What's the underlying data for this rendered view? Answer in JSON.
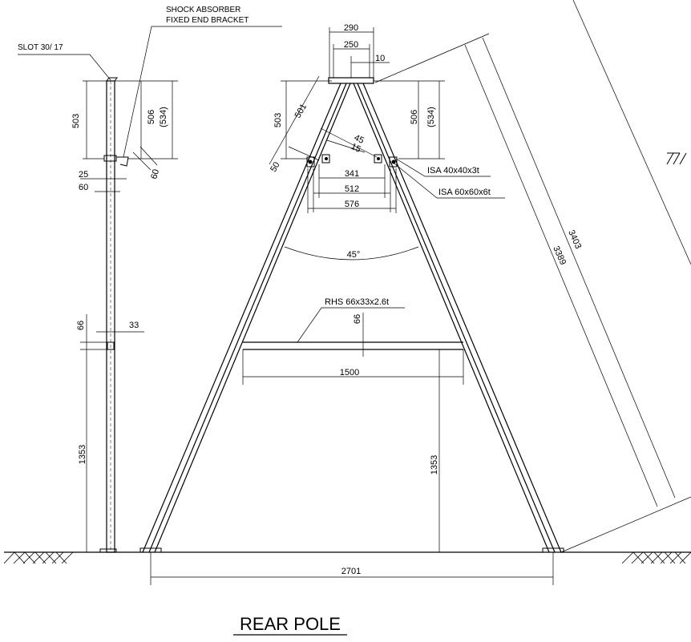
{
  "title": "REAR POLE",
  "callouts": {
    "slot": "SLOT 30/ 17",
    "shock_line1": "SHOCK ABSORBER",
    "shock_line2": "FIXED END BRACKET",
    "isa_small": "ISA 40x40x3t",
    "isa_large": "ISA 60x60x6t",
    "rhs": "RHS 66x33x2.6t"
  },
  "side_view_dims": {
    "d503": "503",
    "d506": "506",
    "d534": "(534)",
    "d25": "25",
    "d60": "60",
    "d60_rot": "60",
    "d66": "66",
    "d33": "33",
    "d1353": "1353"
  },
  "front_view_dims": {
    "d290": "290",
    "d250": "250",
    "d10": "10",
    "d503": "503",
    "d501": "501",
    "d50": "50",
    "d45": "45",
    "d15": "15",
    "d506": "506",
    "d534": "(534)",
    "d341": "341",
    "d512": "512",
    "d576": "576",
    "angle": "45°",
    "d66": "66",
    "d1500": "1500",
    "d1353": "1353",
    "d2701": "2701",
    "d3403": "3403",
    "d3389": "3389"
  }
}
